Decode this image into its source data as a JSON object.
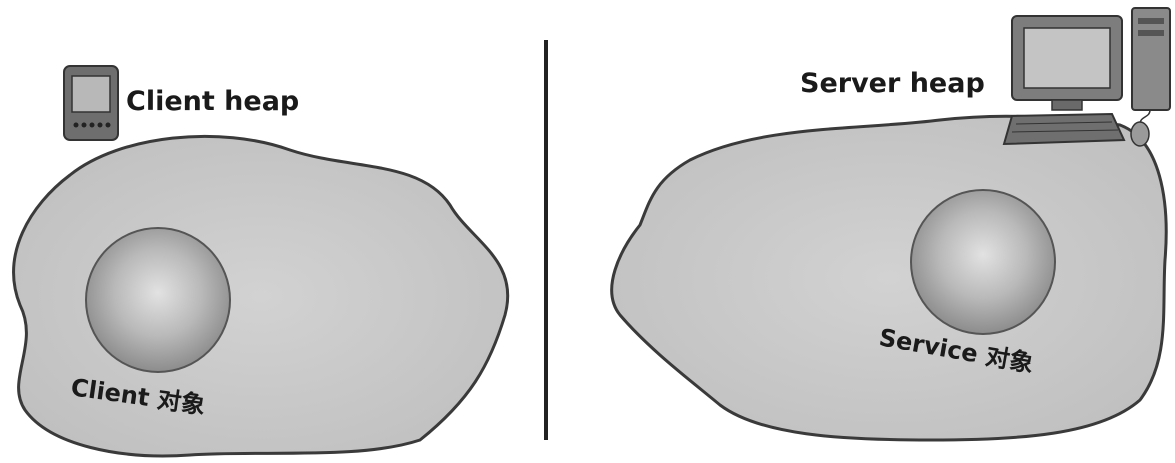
{
  "left_panel": {
    "heap_label": "Client heap",
    "object_label": "Client 对象"
  },
  "right_panel": {
    "heap_label": "Server heap",
    "object_label": "Service 对象"
  },
  "colors": {
    "heap_fill": "#c9c9c9",
    "heap_stroke": "#3a3a3a",
    "object_fill": "#b0b0b0",
    "divider": "#222222"
  },
  "icons": {
    "client_device": "handheld-device-icon",
    "server_device": "desktop-computer-icon"
  }
}
